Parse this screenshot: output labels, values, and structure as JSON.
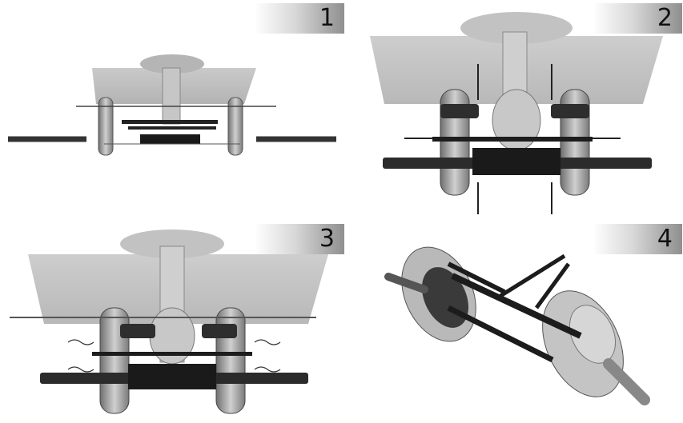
{
  "steps": [
    {
      "number": "1"
    },
    {
      "number": "2"
    },
    {
      "number": "3"
    },
    {
      "number": "4"
    }
  ],
  "colors": {
    "blade": "#a9a9a9",
    "metal": "#7d7d7d",
    "dark": "#1e1e1e",
    "light_metal": "#c9c9c9"
  }
}
